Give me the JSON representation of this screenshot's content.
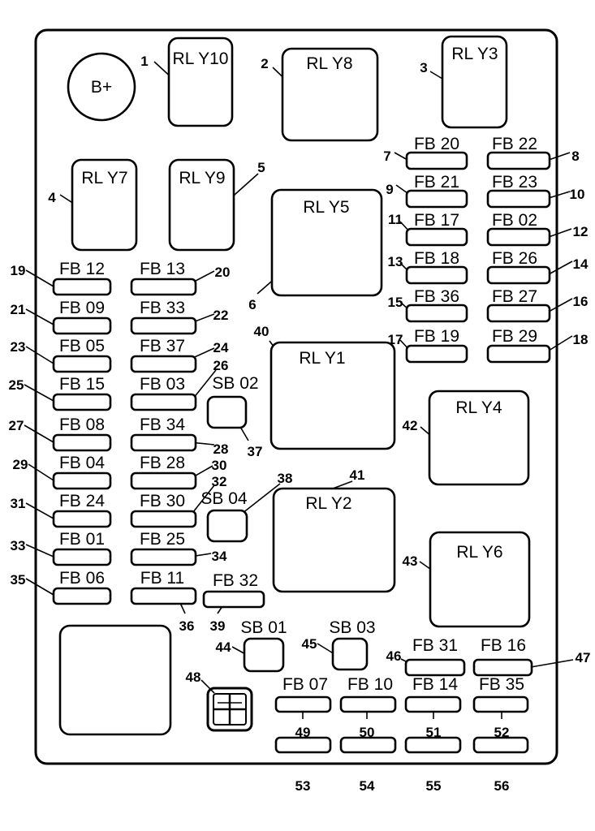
{
  "power_terminal": {
    "label": "B+"
  },
  "relays": [
    {
      "id": "rly10",
      "label": "RL Y10",
      "number": "1"
    },
    {
      "id": "rly8",
      "label": "RL Y8",
      "number": "2"
    },
    {
      "id": "rly3",
      "label": "RL Y3",
      "number": "3"
    },
    {
      "id": "rly7",
      "label": "RL Y7",
      "number": "4"
    },
    {
      "id": "rly9",
      "label": "RL Y9",
      "number": "5"
    },
    {
      "id": "rly5",
      "label": "RL Y5",
      "number": "6"
    },
    {
      "id": "rly1",
      "label": "RL Y1",
      "number": "40"
    },
    {
      "id": "rly4",
      "label": "RL Y4",
      "number": "42"
    },
    {
      "id": "rly2",
      "label": "RL Y2",
      "number": "41"
    },
    {
      "id": "rly6",
      "label": "RL Y6",
      "number": "43"
    }
  ],
  "fuses": [
    {
      "id": "fb20",
      "label": "FB 20",
      "number": "7"
    },
    {
      "id": "fb22",
      "label": "FB 22",
      "number": "8"
    },
    {
      "id": "fb21",
      "label": "FB 21",
      "number": "9"
    },
    {
      "id": "fb23",
      "label": "FB 23",
      "number": "10"
    },
    {
      "id": "fb17",
      "label": "FB 17",
      "number": "11"
    },
    {
      "id": "fb02",
      "label": "FB 02",
      "number": "12"
    },
    {
      "id": "fb18",
      "label": "FB 18",
      "number": "13"
    },
    {
      "id": "fb26",
      "label": "FB 26",
      "number": "14"
    },
    {
      "id": "fb36",
      "label": "FB 36",
      "number": "15"
    },
    {
      "id": "fb27",
      "label": "FB 27",
      "number": "16"
    },
    {
      "id": "fb19",
      "label": "FB 19",
      "number": "17"
    },
    {
      "id": "fb29",
      "label": "FB 29",
      "number": "18"
    },
    {
      "id": "fb12",
      "label": "FB 12",
      "number": "19"
    },
    {
      "id": "fb13",
      "label": "FB 13",
      "number": "20"
    },
    {
      "id": "fb09",
      "label": "FB 09",
      "number": "21"
    },
    {
      "id": "fb33",
      "label": "FB 33",
      "number": "22"
    },
    {
      "id": "fb05",
      "label": "FB 05",
      "number": "23"
    },
    {
      "id": "fb37",
      "label": "FB 37",
      "number": "24"
    },
    {
      "id": "fb15",
      "label": "FB 15",
      "number": "25"
    },
    {
      "id": "fb03",
      "label": "FB 03",
      "number": "26"
    },
    {
      "id": "fb08",
      "label": "FB 08",
      "number": "27"
    },
    {
      "id": "fb34",
      "label": "FB 34",
      "number": "28"
    },
    {
      "id": "fb04",
      "label": "FB 04",
      "number": "29"
    },
    {
      "id": "fb28",
      "label": "FB 28",
      "number": "30"
    },
    {
      "id": "fb24",
      "label": "FB 24",
      "number": "31"
    },
    {
      "id": "fb30",
      "label": "FB 30",
      "number": "32"
    },
    {
      "id": "fb01",
      "label": "FB 01",
      "number": "33"
    },
    {
      "id": "fb25",
      "label": "FB 25",
      "number": "34"
    },
    {
      "id": "fb06",
      "label": "FB 06",
      "number": "35"
    },
    {
      "id": "fb11",
      "label": "FB 11",
      "number": "36"
    },
    {
      "id": "fb32",
      "label": "FB 32",
      "number": "39"
    },
    {
      "id": "fb31",
      "label": "FB 31",
      "number": "46"
    },
    {
      "id": "fb16",
      "label": "FB 16",
      "number": "47"
    },
    {
      "id": "fb07",
      "label": "FB 07",
      "number": "49"
    },
    {
      "id": "fb10",
      "label": "FB 10",
      "number": "50"
    },
    {
      "id": "fb14",
      "label": "FB 14",
      "number": "51"
    },
    {
      "id": "fb35",
      "label": "FB 35",
      "number": "52"
    },
    {
      "id": "fb_53",
      "label": "",
      "number": "53"
    },
    {
      "id": "fb_54",
      "label": "",
      "number": "54"
    },
    {
      "id": "fb_55",
      "label": "",
      "number": "55"
    },
    {
      "id": "fb_56",
      "label": "",
      "number": "56"
    }
  ],
  "small_breakers": [
    {
      "id": "sb02",
      "label": "SB 02",
      "number": "37"
    },
    {
      "id": "sb04",
      "label": "SB 04",
      "number": "38"
    },
    {
      "id": "sb01",
      "label": "SB 01",
      "number": "44"
    },
    {
      "id": "sb03",
      "label": "SB 03",
      "number": "45"
    }
  ],
  "connector": {
    "number": "48"
  }
}
